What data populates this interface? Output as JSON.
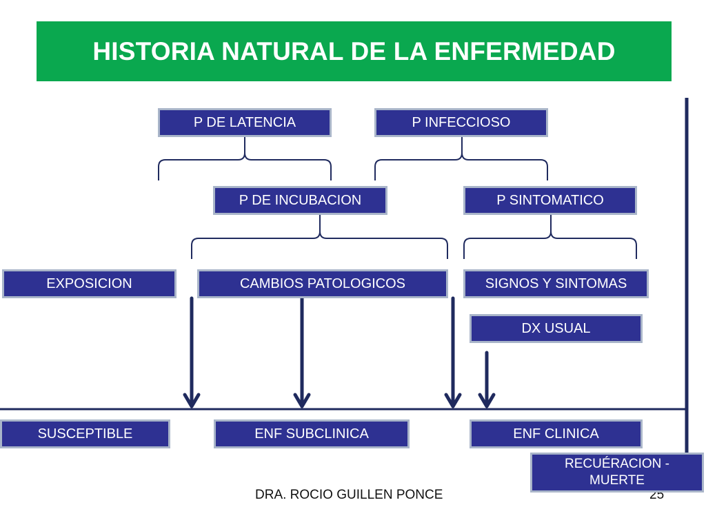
{
  "title": "HISTORIA NATURAL DE LA ENFERMEDAD",
  "boxes": {
    "latencia": "P DE LATENCIA",
    "infeccioso": "P INFECCIOSO",
    "incubacion": "P DE INCUBACION",
    "sintomatico": "P SINTOMATICO",
    "exposicion": "EXPOSICION",
    "cambios": "CAMBIOS PATOLOGICOS",
    "signos": "SIGNOS Y SINTOMAS",
    "dx": "DX USUAL",
    "susceptible": "SUSCEPTIBLE",
    "subclinica": "ENF SUBCLINICA",
    "clinica": "ENF CLINICA",
    "recuperacion": "RECUÉRACION - MUERTE"
  },
  "footer": {
    "author": "DRA. ROCIO GUILLEN PONCE",
    "page_number": "25"
  },
  "colors": {
    "title_bg": "#0aa84f",
    "box_fill": "#2e3192",
    "box_border": "#a9b5c9",
    "line": "#1f2a5e"
  }
}
